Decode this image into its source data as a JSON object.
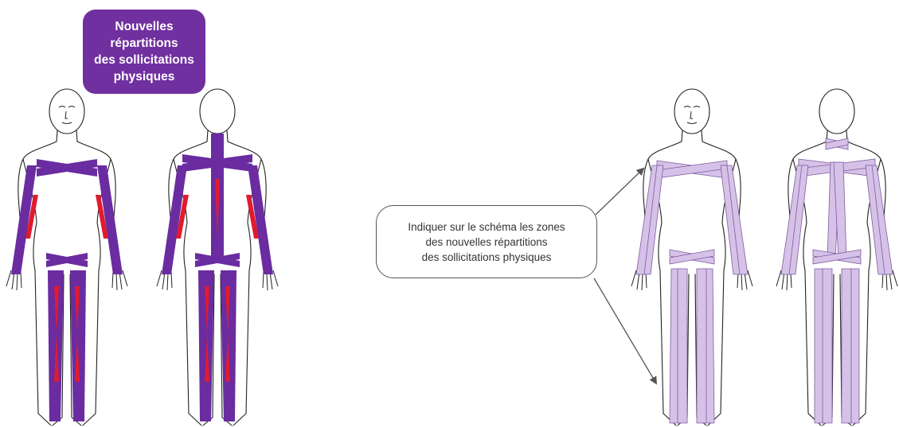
{
  "badge": {
    "lines": [
      "Nouvelles",
      "répartitions",
      "des sollicitations",
      "physiques"
    ]
  },
  "callout": {
    "lines": [
      "Indiquer sur le schéma les zones",
      "des nouvelles répartitions",
      "des sollicitations physiques"
    ]
  },
  "colors": {
    "outline": "#222222",
    "band_dark": "#6a2ca0",
    "stress_red": "#e01b2f",
    "band_light": "#d6c2e8",
    "band_light_edge": "#7d5c9e",
    "badge_bg": "#7030a0",
    "arrow": "#555555"
  }
}
